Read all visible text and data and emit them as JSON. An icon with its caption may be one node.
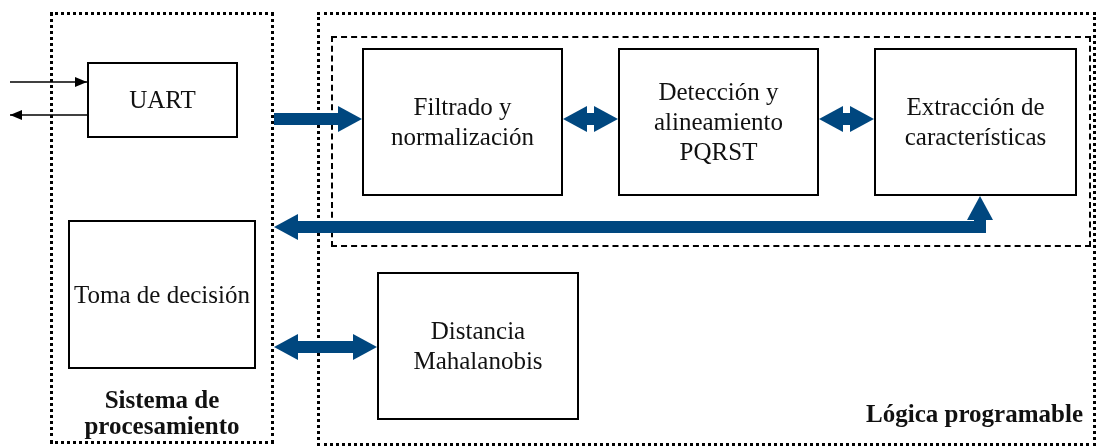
{
  "diagram": {
    "nodes": [
      {
        "text": [
          "Sistema de procesamiento"
        ]
      },
      {
        "text": [
          "UART"
        ],
        "in": 0
      },
      {
        "text": [
          "Toma de decisión"
        ],
        "in": 0
      },
      {
        "text": [
          "Lógica programable"
        ]
      },
      {
        "text": [],
        "shape": "box",
        "in": 3
      },
      {
        "text": [
          "Filtrado y normalización"
        ],
        "in": 4
      },
      {
        "text": [
          "Detección y alineamiento PQRST"
        ],
        "in": 4
      },
      {
        "text": [
          "Extracción de características"
        ],
        "in": 4
      },
      {
        "text": [
          "Distancia Mahalanobis"
        ],
        "in": 3
      }
    ],
    "edges": [
      {
        "from": null,
        "to": 1,
        "arrow": "to",
        "color": "#000000"
      },
      {
        "from": 1,
        "to": null,
        "arrow": "to",
        "color": "#000000"
      },
      {
        "from": 0,
        "to": 5,
        "arrow": "to"
      },
      {
        "from": 5,
        "to": 6,
        "arrow": "both"
      },
      {
        "from": 6,
        "to": 7,
        "arrow": "both"
      },
      {
        "from": 0,
        "to": 7,
        "arrow": "both"
      },
      {
        "from": 0,
        "to": 8,
        "arrow": "both"
      }
    ]
  }
}
